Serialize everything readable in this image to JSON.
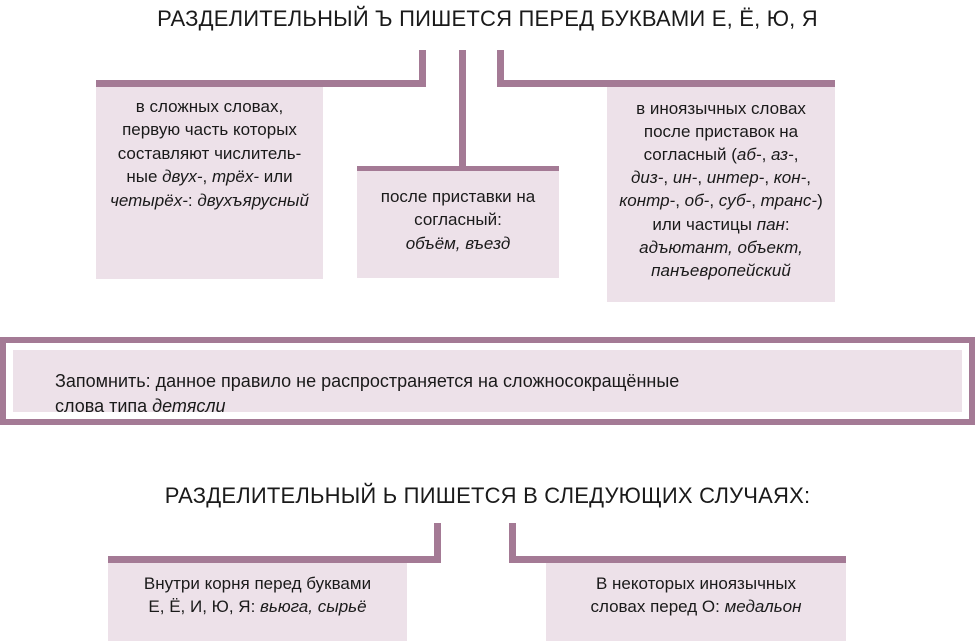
{
  "hard_sign_section": {
    "title": "РАЗДЕЛИТЕЛЬНЫЙ Ъ ПИШЕТСЯ ПЕРЕД БУКВАМИ Е, Ё, Ю, Я",
    "left_box": {
      "lines": [
        "в сложных словах,",
        "первую часть которых",
        "составляют числитель-"
      ],
      "line4_prefix": "ные ",
      "line4_example": "двух-",
      "line4_sep": ", ",
      "line4_example2": "трёх-",
      "line4_suffix": " или",
      "line5_example": "четырёх-",
      "line5_sep": ": ",
      "line5_example2": "двухъярусный"
    },
    "center_box": {
      "line1": "после приставки на",
      "line2": "согласный:",
      "examples": "объём, въезд"
    },
    "right_box": {
      "line1": "в иноязычных словах",
      "line2": "после приставок на",
      "line3_prefix": "согласный (",
      "line3_ex1": "аб-",
      "line3_sep1": ", ",
      "line3_ex2": "аз-",
      "line3_sep2": ",",
      "line4_ex1": "диз-",
      "line4_sep1": ", ",
      "line4_ex2": "ин-",
      "line4_sep2": ", ",
      "line4_ex3": "интер-",
      "line4_sep3": ", ",
      "line4_ex4": "кон-",
      "line4_sep4": ",",
      "line5_ex1": "контр-",
      "line5_sep1": ", ",
      "line5_ex2": "об-",
      "line5_sep2": ", ",
      "line5_ex3": "суб-",
      "line5_sep3": ", ",
      "line5_ex4": "транс-",
      "line5_end": ")",
      "line6_prefix": "или частицы ",
      "line6_ex": "пан",
      "line6_suffix": ":",
      "line7_examples": "адъютант, объект,",
      "line8_examples": "панъевропейский"
    }
  },
  "note": {
    "line1": "Запомнить: данное правило не распространяется на сложносокращённые",
    "line2_prefix": "слова типа ",
    "line2_example": "детясли"
  },
  "soft_sign_section": {
    "title": "РАЗДЕЛИТЕЛЬНЫЙ Ь ПИШЕТСЯ В СЛЕДУЮЩИХ СЛУЧАЯХ:",
    "left_box": {
      "line1": "Внутри корня перед буквами",
      "line2_prefix": "Е, Ё, И, Ю, Я: ",
      "line2_examples": "вьюга, сырьё"
    },
    "right_box": {
      "line1": "В некоторых иноязычных",
      "line2_prefix": "словах перед О: ",
      "line2_example": "медальон"
    }
  },
  "colors": {
    "accent": "#a47a95",
    "box_fill": "#ede1e9"
  }
}
